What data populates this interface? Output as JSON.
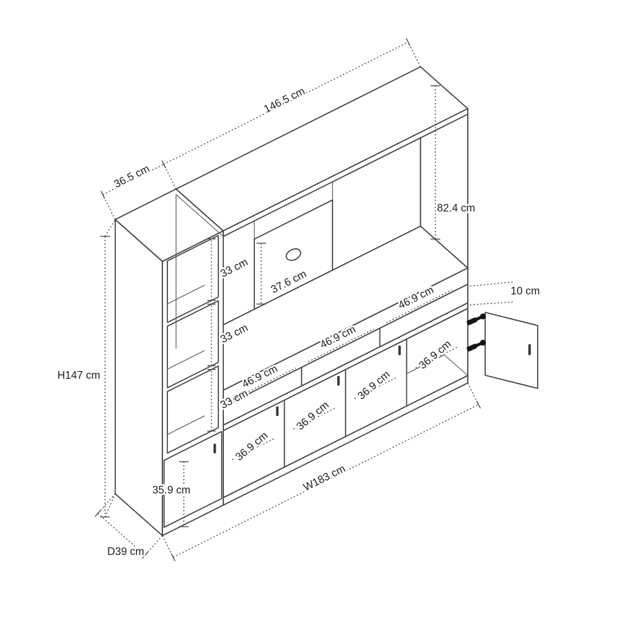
{
  "figure": {
    "kind": "furniture-dimension-diagram",
    "item": "wall unit with left shelf tower, top bridge, open niches and four-door base"
  },
  "dims": {
    "overall_height": "H147 cm",
    "overall_width": "W183 cm",
    "overall_depth": "D39 cm",
    "bridge_width": "146.5 cm",
    "tower_width": "36.5 cm",
    "hutch_interior_height": "82.4 cm",
    "cable_panel": "37.6 cm",
    "niche_gap": "10 cm",
    "shelf_1": "33 cm",
    "shelf_2": "33 cm",
    "shelf_3": "33 cm",
    "niche_1": "46.9 cm",
    "niche_2": "46.9 cm",
    "niche_3": "46.9 cm",
    "door_1": "36.9 cm",
    "door_2": "36.9 cm",
    "door_3": "36.9 cm",
    "door_4": "36.9 cm",
    "tower_door_height": "35.9 cm"
  },
  "colors": {
    "line": "#404040",
    "dimension": "#4a4a4a",
    "hardware": "#141414",
    "background": "#ffffff"
  }
}
